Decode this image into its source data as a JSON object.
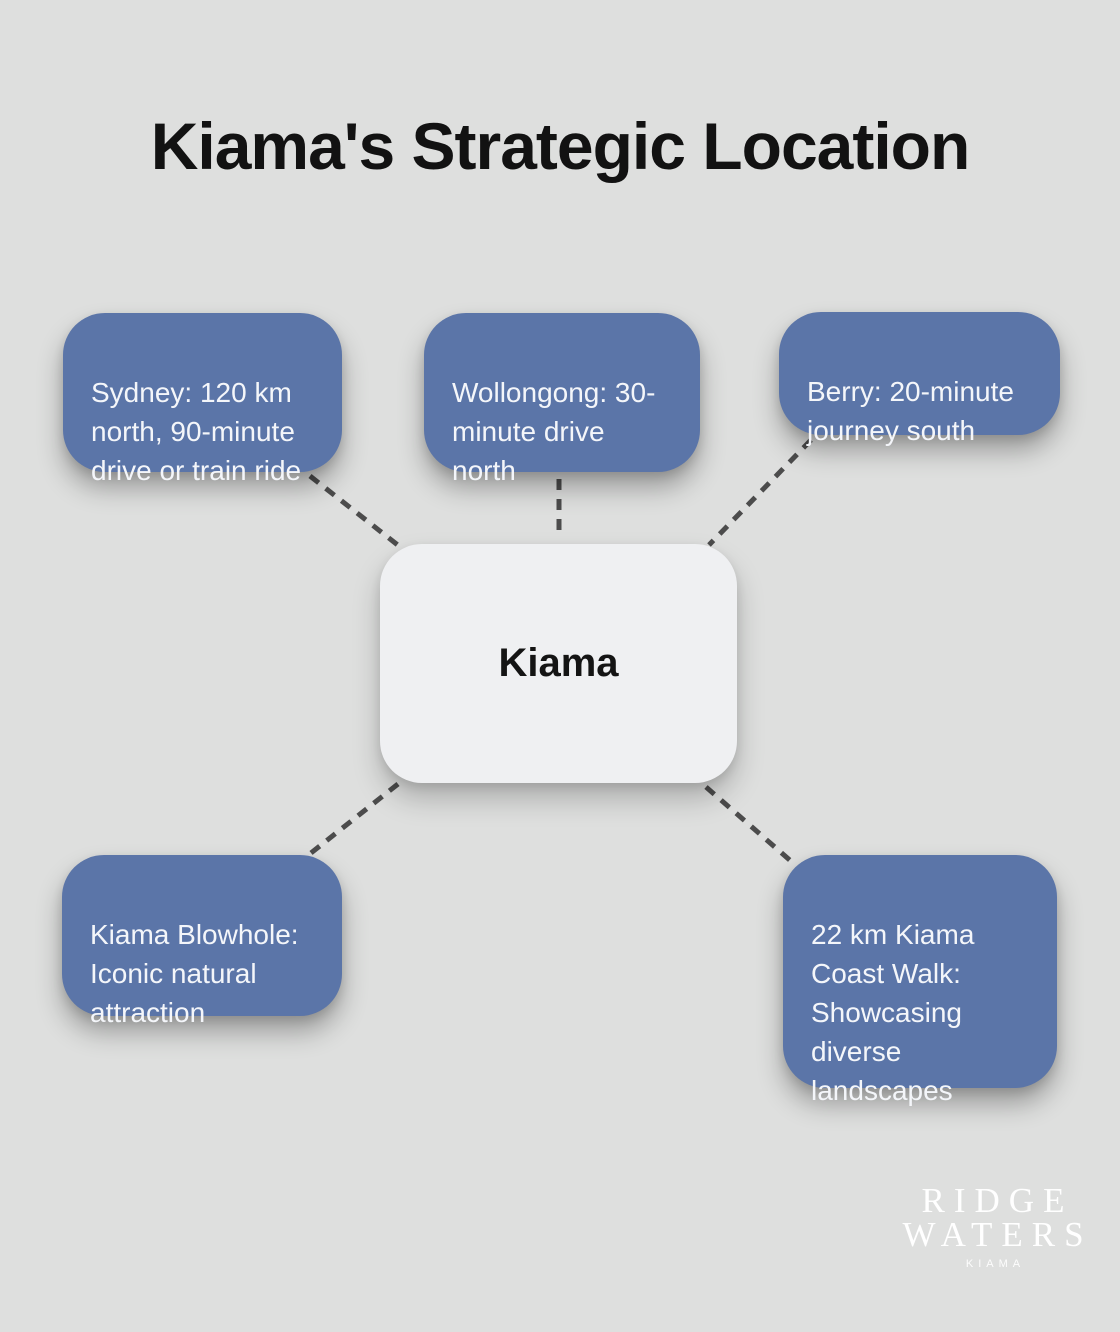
{
  "page": {
    "title": "Kiama's Strategic Location",
    "background_color": "#dedfde"
  },
  "diagram": {
    "center_node": {
      "label": "Kiama",
      "bg_color": "#eff0f2",
      "text_color": "#141414"
    },
    "node_bg_color": "#5b75a8",
    "node_text_color": "#f4f6fa",
    "connector_color": "#4c4c4c",
    "connector_style": "dashed",
    "nodes": [
      {
        "id": "sydney",
        "text": "Sydney: 120 km\nnorth, 90-minute\ndrive or train ride"
      },
      {
        "id": "wollongong",
        "text": "Wollongong: 30-\nminute drive\nnorth"
      },
      {
        "id": "berry",
        "text": "Berry: 20-minute\njourney south"
      },
      {
        "id": "blowhole",
        "text": "Kiama Blowhole:\nIconic natural\nattraction"
      },
      {
        "id": "coastwalk",
        "text": "22 km Kiama\nCoast Walk:\nShowcasing\ndiverse\nlandscapes"
      }
    ]
  },
  "logo": {
    "line1": "RIDGE",
    "line2": "WATERS",
    "tagline": "KIAMA",
    "color": "#ffffff"
  }
}
